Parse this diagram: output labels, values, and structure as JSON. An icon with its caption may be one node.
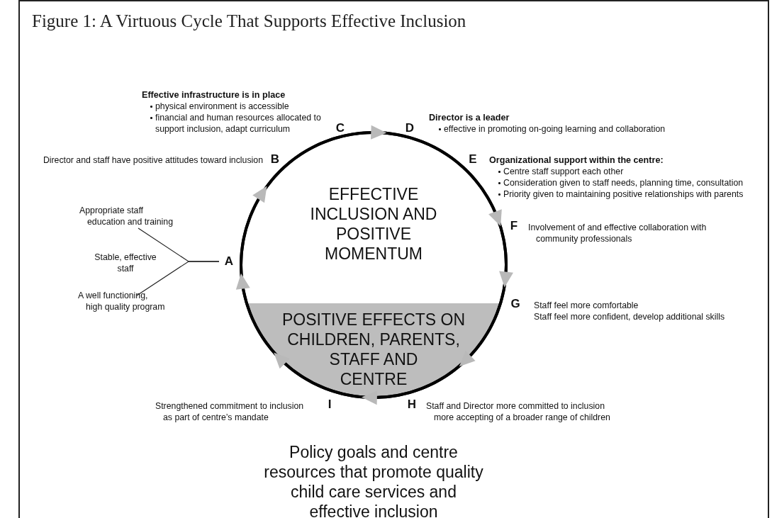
{
  "diagram": {
    "title": "Figure 1: A Virtuous Cycle That Supports Effective Inclusion",
    "nodes": [
      {
        "text": [
          "C"
        ],
        "beside": [
          "Effective infrastructure is in place",
          "physical environment is accessible",
          "financial and human resources allocated to support inclusion, adapt curriculum"
        ]
      },
      {
        "text": [
          "D"
        ],
        "beside": [
          "Director is a leader",
          "effective in promoting on-going learning and collaboration"
        ]
      },
      {
        "text": [
          "B"
        ]
      },
      {
        "text": [
          "E"
        ],
        "beside": [
          "Organizational support within the centre:",
          "Centre staff support each other",
          "Consideration given to staff needs, planning time, consultation",
          "Priority given to maintaining positive relationships with parents"
        ]
      },
      {
        "text": [
          "EFFECTIVE INCLUSION AND POSITIVE MOMENTUM",
          "POSITIVE EFFECTS ON CHILDREN, PARENTS, STAFF AND CENTRE"
        ]
      },
      {
        "text": [
          "Appropriate staff education and training"
        ]
      },
      {
        "text": [
          "F"
        ],
        "beside": [
          "Involvement of and effective collaboration with community professionals"
        ]
      },
      {
        "text": [
          "Stable, effective staff"
        ]
      },
      {
        "text": [
          "A"
        ]
      },
      {
        "text": [
          "A well functioning, high quality program"
        ]
      },
      {
        "text": [
          "G"
        ],
        "beside": [
          "Staff feel more comfortable",
          "Staff feel more confident, develop additional skills"
        ]
      },
      {
        "text": [
          "I"
        ]
      },
      {
        "text": [
          "H"
        ],
        "beside": [
          "Staff and Director more committed to inclusion",
          "more accepting of a broader range of children"
        ]
      }
    ],
    "edges": [
      {
        "from": 8,
        "to": 2,
        "arrow": "to"
      },
      {
        "from": 2,
        "to": 0,
        "arrow": "none"
      },
      {
        "from": 0,
        "to": 1,
        "arrow": "to"
      },
      {
        "from": 1,
        "to": 3,
        "arrow": "none"
      },
      {
        "from": 3,
        "to": 6,
        "arrow": "to"
      },
      {
        "from": 6,
        "to": 10,
        "arrow": "to"
      },
      {
        "from": 10,
        "to": 12,
        "arrow": "to"
      },
      {
        "from": 12,
        "to": 11,
        "arrow": "to"
      },
      {
        "from": 11,
        "to": 8,
        "arrow": "to"
      },
      {
        "from": 5,
        "to": 8,
        "arrow": "none"
      },
      {
        "from": 7,
        "to": 8,
        "arrow": "none"
      },
      {
        "from": 9,
        "to": 8,
        "arrow": "none"
      }
    ],
    "labels": [
      "Director and staff have positive attitudes toward inclusion",
      "Strengthened commitment to inclusion as part of centre’s mandate",
      "Policy goals and centre resources that promote quality child care services and effective inclusion"
    ]
  }
}
